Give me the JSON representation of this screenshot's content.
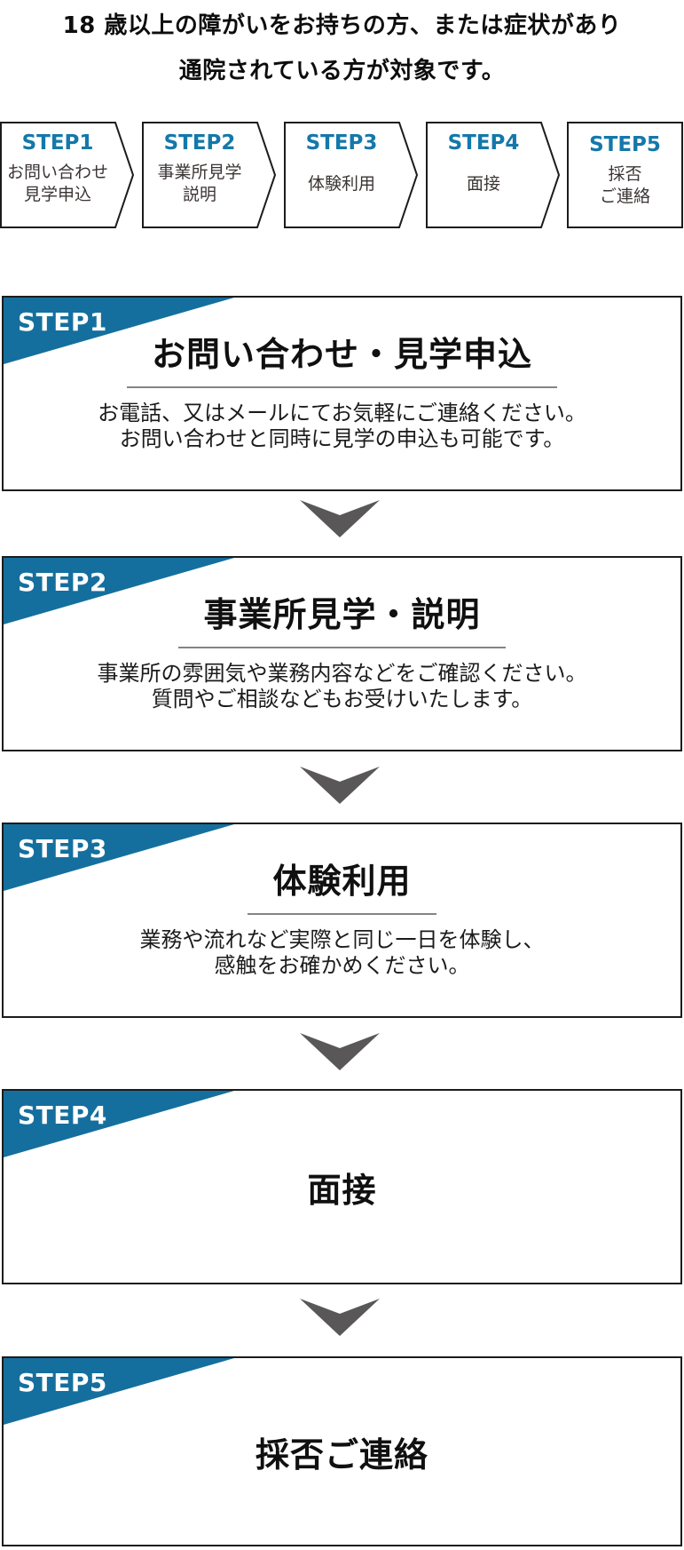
{
  "header": {
    "line1": "18 歳以上の障がいをお持ちの方、または症状があり",
    "line2": "通院されている方が対象です。"
  },
  "flow": {
    "steps": [
      {
        "label": "STEP1",
        "lines": [
          "お問い合わせ",
          "見学申込"
        ]
      },
      {
        "label": "STEP2",
        "lines": [
          "事業所見学",
          "説明"
        ]
      },
      {
        "label": "STEP3",
        "lines": [
          "体験利用"
        ]
      },
      {
        "label": "STEP4",
        "lines": [
          "面接"
        ]
      },
      {
        "label": "STEP5",
        "lines": [
          "採否",
          "ご連絡"
        ]
      }
    ]
  },
  "cards": [
    {
      "ribbon": "STEP1",
      "title": "お問い合わせ・見学申込",
      "body": [
        "お電話、又はメールにてお気軽にご連絡ください。",
        "お問い合わせと同時に見学の申込も可能です。"
      ]
    },
    {
      "ribbon": "STEP2",
      "title": "事業所見学・説明",
      "body": [
        "事業所の雰囲気や業務内容などをご確認ください。",
        "質問やご相談などもお受けいたします。"
      ]
    },
    {
      "ribbon": "STEP3",
      "title": "体験利用",
      "body": [
        "業務や流れなど実際と同じ一日を体験し、",
        "感触をお確かめください。"
      ]
    },
    {
      "ribbon": "STEP4",
      "title": "面接",
      "body": []
    },
    {
      "ribbon": "STEP5",
      "title": "採否ご連絡",
      "body": []
    }
  ],
  "colors": {
    "ribbon_blue": "#156f9e",
    "step_label_blue": "#1478aa",
    "arrow_gray": "#595757",
    "border_dark": "#1c1c1c",
    "underline_gray": "#848484"
  }
}
